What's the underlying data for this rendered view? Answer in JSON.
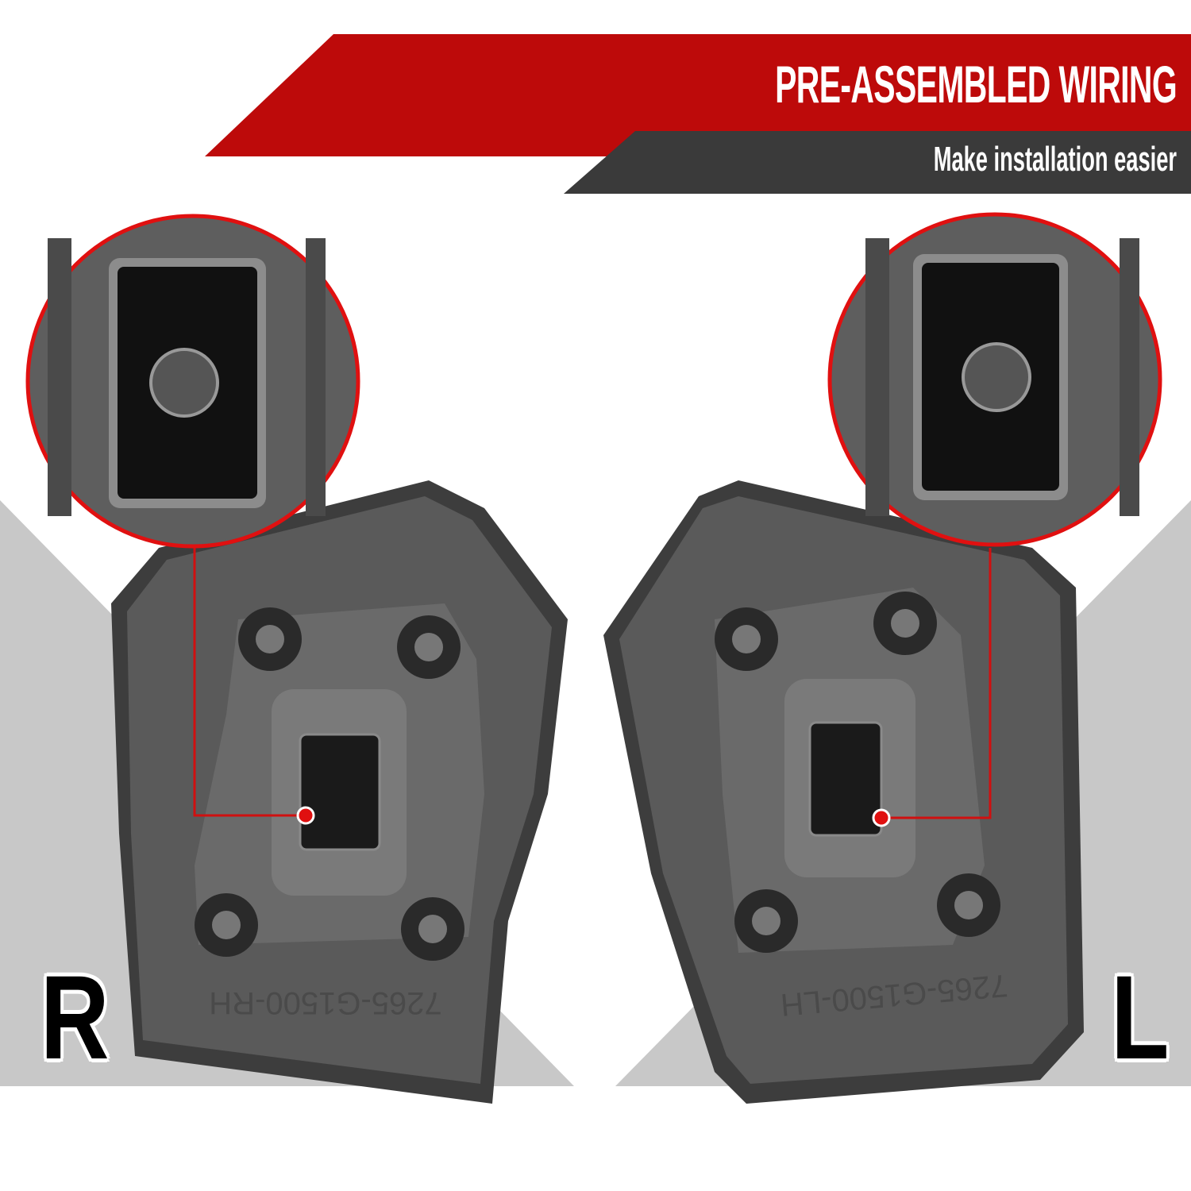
{
  "banner": {
    "title": "PRE-ASSEMBLED WIRING",
    "subtitle": "Make installation easier"
  },
  "panels": [
    {
      "side_label": "R",
      "part_marking": "7265-G1500-RH"
    },
    {
      "side_label": "L",
      "part_marking": "7265-G1500-LH"
    }
  ],
  "colors": {
    "accent_red": "#bd0a0a",
    "dark_band": "#3a3a3a",
    "background_gray": "#c8c8c8",
    "housing": "#4a4a4a"
  }
}
